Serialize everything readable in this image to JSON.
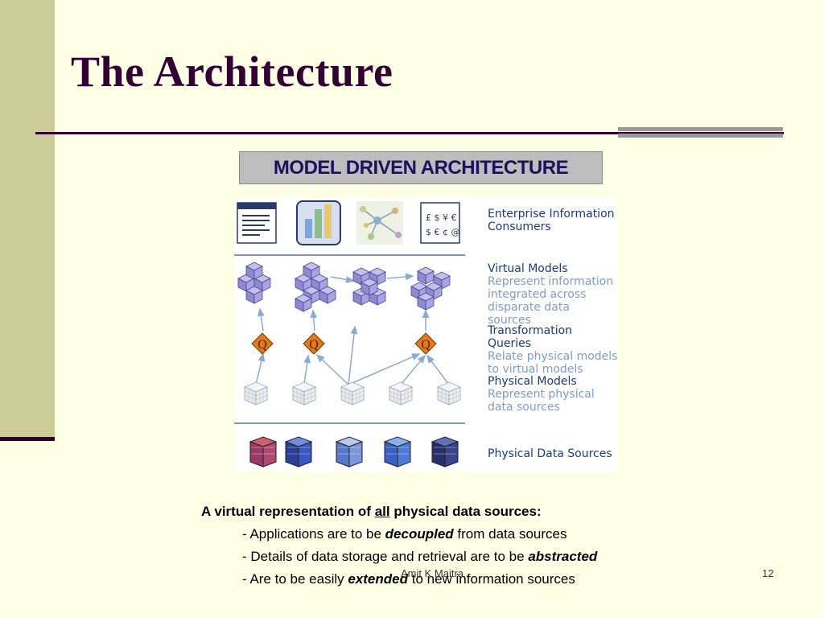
{
  "title": "The Architecture",
  "diagram": {
    "header": "MODEL DRIVEN ARCHITECTURE",
    "query_symbol": "Q",
    "labels": {
      "consumers": "Enterprise Information Consumers",
      "virtual_title": "Virtual Models",
      "virtual_desc": "Represent information integrated across disparate data sources",
      "transform_title": "Transformation Queries",
      "transform_desc": "Relate physical models to virtual models",
      "physical_title": "Physical Models",
      "physical_desc": "Represent physical data sources",
      "sources": "Physical Data Sources"
    },
    "colors": {
      "virtual_cube": "#9a96d8",
      "query_diamond": "#e07b1a",
      "arrow": "#8aaad0",
      "rule": "#5a6fa0"
    }
  },
  "text": {
    "line1_pre": "A virtual representation of ",
    "line1_u": "all",
    "line1_post": " physical data sources:",
    "line2_pre": "- Applications are to be ",
    "line2_em": "decoupled",
    "line2_post": " from data sources",
    "line3_pre": "- Details of data storage and retrieval are to be ",
    "line3_em": "abstracted",
    "line4_pre": "- Are to be easily ",
    "line4_em": "extended",
    "line4_post": " to new information sources"
  },
  "footer": {
    "author": "Amit K Maitra",
    "page": "12"
  }
}
